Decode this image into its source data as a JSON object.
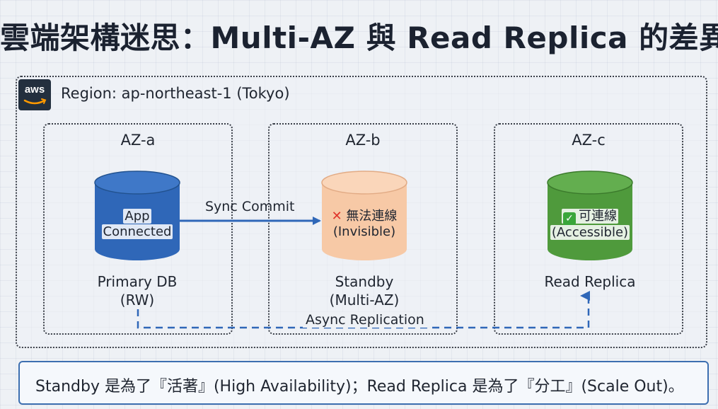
{
  "title": "雲端架構迷思：Multi-AZ 與 Read Replica 的差異",
  "region": {
    "logo_text": "aws",
    "label": "Region: ap-northeast-1 (Tokyo)"
  },
  "zones": [
    {
      "label": "AZ-a",
      "db_color": "#2f67b8",
      "cyl_line1": "App",
      "cyl_line2": "Connected",
      "name_line1": "Primary DB",
      "name_line2": "(RW)"
    },
    {
      "label": "AZ-b",
      "db_color": "#f7c9a6",
      "cyl_icon": "x-mark-icon",
      "cyl_icon_glyph": "✕",
      "cyl_line1": "無法連線",
      "cyl_line2": "(Invisible)",
      "name_line1": "Standby",
      "name_line2": "(Multi-AZ)"
    },
    {
      "label": "AZ-c",
      "db_color": "#4f9a3c",
      "cyl_icon": "check-mark-icon",
      "cyl_icon_glyph": "✓",
      "cyl_line1": "可連線",
      "cyl_line2": "(Accessible)",
      "name_line1": "Read Replica"
    }
  ],
  "edges": {
    "sync": "Sync Commit",
    "async": "Async Replication",
    "sync_color": "#2f67b8",
    "async_color": "#2f67b8"
  },
  "note": "Standby 是為了『活著』(High Availability)；Read Replica 是為了『分工』(Scale Out)。"
}
